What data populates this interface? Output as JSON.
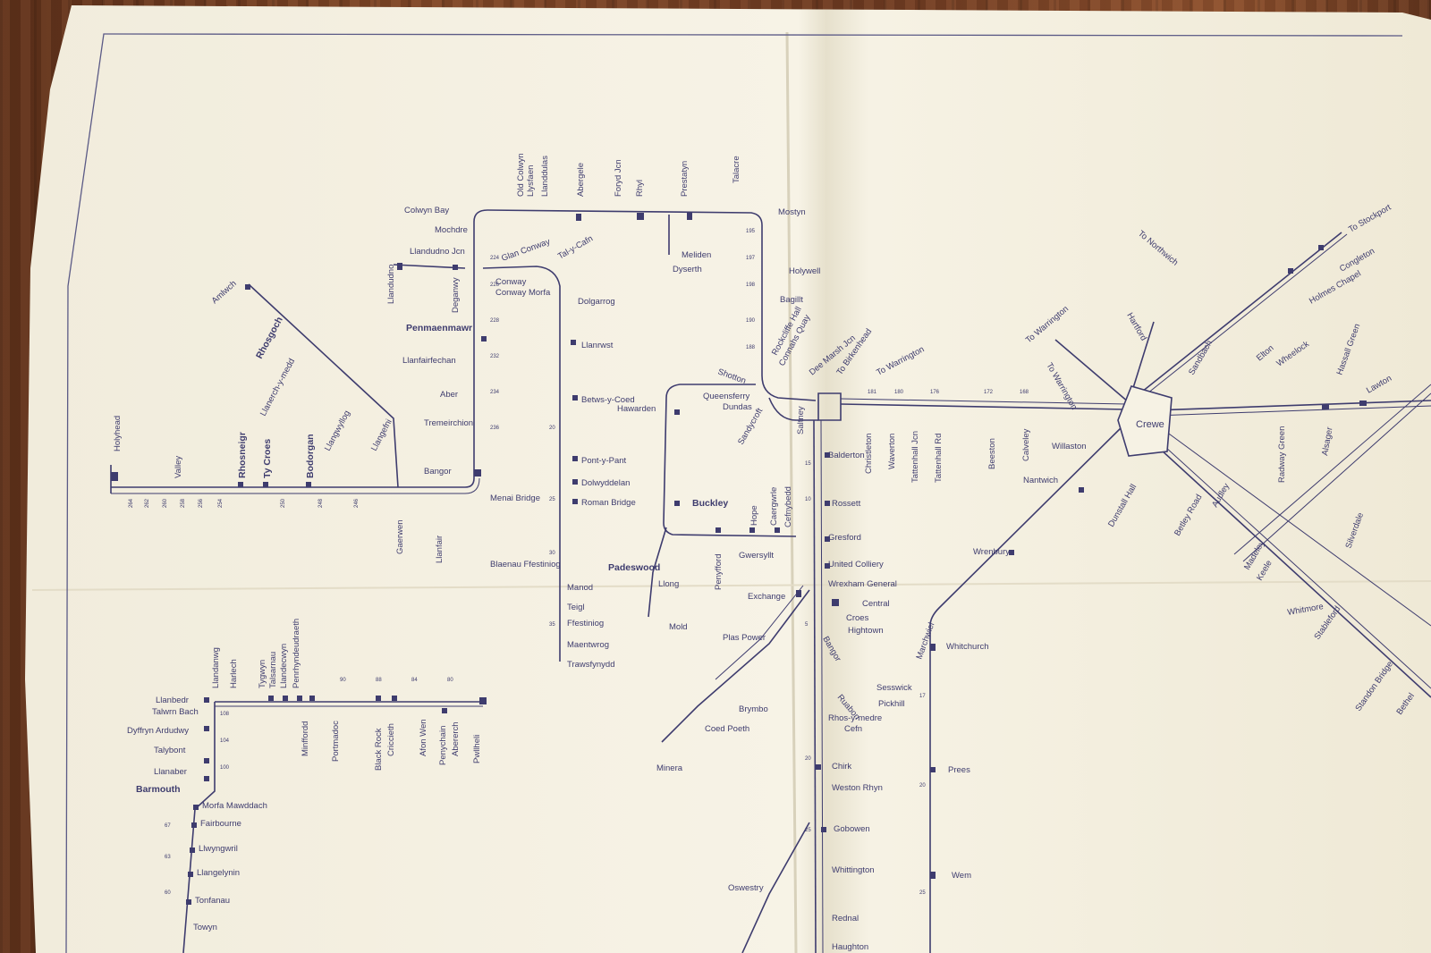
{
  "colors": {
    "paper": "#f5f1e2",
    "ink": "#3e3c6e",
    "wood": "#6b3a22"
  },
  "stations": {
    "colwyn_bay": "Colwyn Bay",
    "mochdre": "Mochdre",
    "old_colwyn": "Old Colwyn",
    "llysfaen": "Llysfaen",
    "llanddulas": "Llanddulas",
    "abergele": "Abergele",
    "foryd_jcn": "Foryd Jcn",
    "rhyl": "Rhyl",
    "prestatyn": "Prestatyn",
    "talacre": "Talacre",
    "mostyn": "Mostyn",
    "meliden": "Meliden",
    "dyserth": "Dyserth",
    "holywell": "Holywell",
    "bagillt": "Bagillt",
    "llandudno_jcn": "Llandudno Jcn",
    "llandudno": "Llandudno",
    "deganwy": "Deganwy",
    "glan_conway": "Glan Conway",
    "tal_y_cafn": "Tal-y-Cafn",
    "dolgarrog": "Dolgarrog",
    "conway": "Conway",
    "conway_morfa": "Conway Morfa",
    "penmaenmawr": "Penmaenmawr",
    "llanfairfechan": "Llanfairfechan",
    "aber": "Aber",
    "tremeirchion": "Tremeirchion",
    "bangor": "Bangor",
    "menai_bridge": "Menai Bridge",
    "gaerwen": "Gaerwen",
    "llanfair": "Llanfair",
    "llangefni": "Llangefni",
    "llangwyllog": "Llangwyllog",
    "llanerchymedd": "Llanerch-y-medd",
    "rhosgoch": "Rhosgoch",
    "amlwch": "Amlwch",
    "holyhead": "Holyhead",
    "valley": "Valley",
    "rhosneigr": "Rhosneigr",
    "ty_croes": "Ty Croes",
    "bodorgan": "Bodorgan",
    "llanrwst": "Llanrwst",
    "betws_y_coed": "Betws-y-Coed",
    "pont_y_pant": "Pont-y-Pant",
    "dolwyddelan": "Dolwyddelan",
    "roman_bridge": "Roman Bridge",
    "blaenau": "Blaenau Ffestiniog",
    "manod": "Manod",
    "teigl": "Teigl",
    "ffestiniog": "Ffestiniog",
    "maentwrog": "Maentwrog",
    "trawsfynydd": "Trawsfynydd",
    "padeswood": "Padeswood",
    "llong": "Llong",
    "mold": "Mold",
    "buckley": "Buckley",
    "hawarden": "Hawarden",
    "queensferry": "Queensferry",
    "shotton": "Shotton",
    "sandycroft": "Sandycroft",
    "dundas": "Dundas",
    "connahs_quay": "Connahs Quay",
    "rockcliffe_hall": "Rockcliffe Hall",
    "dee_marsh_jcn": "Dee Marsh Jcn",
    "to_birkenhead": "To Birkenhead",
    "to_warrington_1": "To Warrington",
    "to_warrington_2": "To Warrington",
    "to_warrington_3": "To Warrington",
    "to_northwich": "To Northwich",
    "to_stockport": "To Stockport",
    "saltney": "Saltney",
    "balderton": "Balderton",
    "rossett": "Rossett",
    "gresford": "Gresford",
    "united_colliery": "United Colliery",
    "hope": "Hope",
    "caergwrle": "Caergwrle",
    "cefnybedd": "Cefnybedd",
    "penyffordd": "Penyfford",
    "gwersyllt": "Gwersyllt",
    "exchange": "Exchange",
    "wrexham_general": "Wrexham General",
    "central": "Central",
    "croes": "Croes",
    "hightown": "Hightown",
    "plas_power": "Plas Power",
    "brymbo": "Brymbo",
    "coed_poeth": "Coed Poeth",
    "minera": "Minera",
    "marchwiel": "Marchwiel",
    "bangor_on_dee": "Bangor",
    "sesswick": "Sesswick",
    "pickhill": "Pickhill",
    "ruabon": "Ruabon",
    "rhos_y_medre": "Rhos-y-medre",
    "cefn": "Cefn",
    "chirk": "Chirk",
    "weston_rhyn": "Weston Rhyn",
    "gobowen": "Gobowen",
    "whittington": "Whittington",
    "oswestry": "Oswestry",
    "rednal": "Rednal",
    "haughton": "Haughton",
    "whitchurch": "Whitchurch",
    "prees": "Prees",
    "wem": "Wem",
    "wrenbury": "Wrenbury",
    "christleton": "Christleton",
    "waverton": "Waverton",
    "tattenhall_jcn": "Tattenhall Jcn",
    "tattenhall_rd": "Tattenhall Rd",
    "beeston": "Beeston",
    "calveley": "Calveley",
    "willaston": "Willaston",
    "nantwich": "Nantwich",
    "hartford": "Hartford",
    "crewe": "Crewe",
    "sandbach": "Sandbach",
    "elton": "Elton",
    "wheelock": "Wheelock",
    "radway_green": "Radway Green",
    "alsager": "Alsager",
    "lawton": "Lawton",
    "hassall_green": "Hassall Green",
    "congleton": "Congleton",
    "holmes_chapel": "Holmes Chapel",
    "betley_road": "Betley Road",
    "madeley": "Madeley",
    "keele": "Keele",
    "silverdale": "Silverdale",
    "audley": "Audley",
    "whitmore": "Whitmore",
    "standon_bridge": "Standon Bridge",
    "bethel": "Bethel",
    "stableford": "Stableford",
    "dunstall_hall": "Dunstall Hall",
    "llanbedr": "Llanbedr",
    "talwrn_bach": "Talwrn Bach",
    "dyffryn": "Dyffryn Ardudwy",
    "talybont": "Talybont",
    "llanaber": "Llanaber",
    "barmouth": "Barmouth",
    "morfa_mawddach": "Morfa Mawddach",
    "fairbourne": "Fairbourne",
    "llwyngwril": "Llwyngwril",
    "llangelynin": "Llangelynin",
    "tonfanau": "Tonfanau",
    "towyn": "Towyn",
    "llandanwg": "Llandanwg",
    "harlech": "Harlech",
    "tygwyn": "Tygwyn",
    "talsarnau": "Talsarnau",
    "llandecwyn": "Llandecwyn",
    "penrhyndeudraeth": "Penrhyndeudraeth",
    "minffordd": "Minffordd",
    "portmadoc": "Portmadoc",
    "black_rock": "Black Rock",
    "criccieth": "Criccieth",
    "afon_wen": "Afon Wen",
    "penychain": "Penychain",
    "abererch": "Abererch",
    "pwllheli": "Pwllheli"
  }
}
